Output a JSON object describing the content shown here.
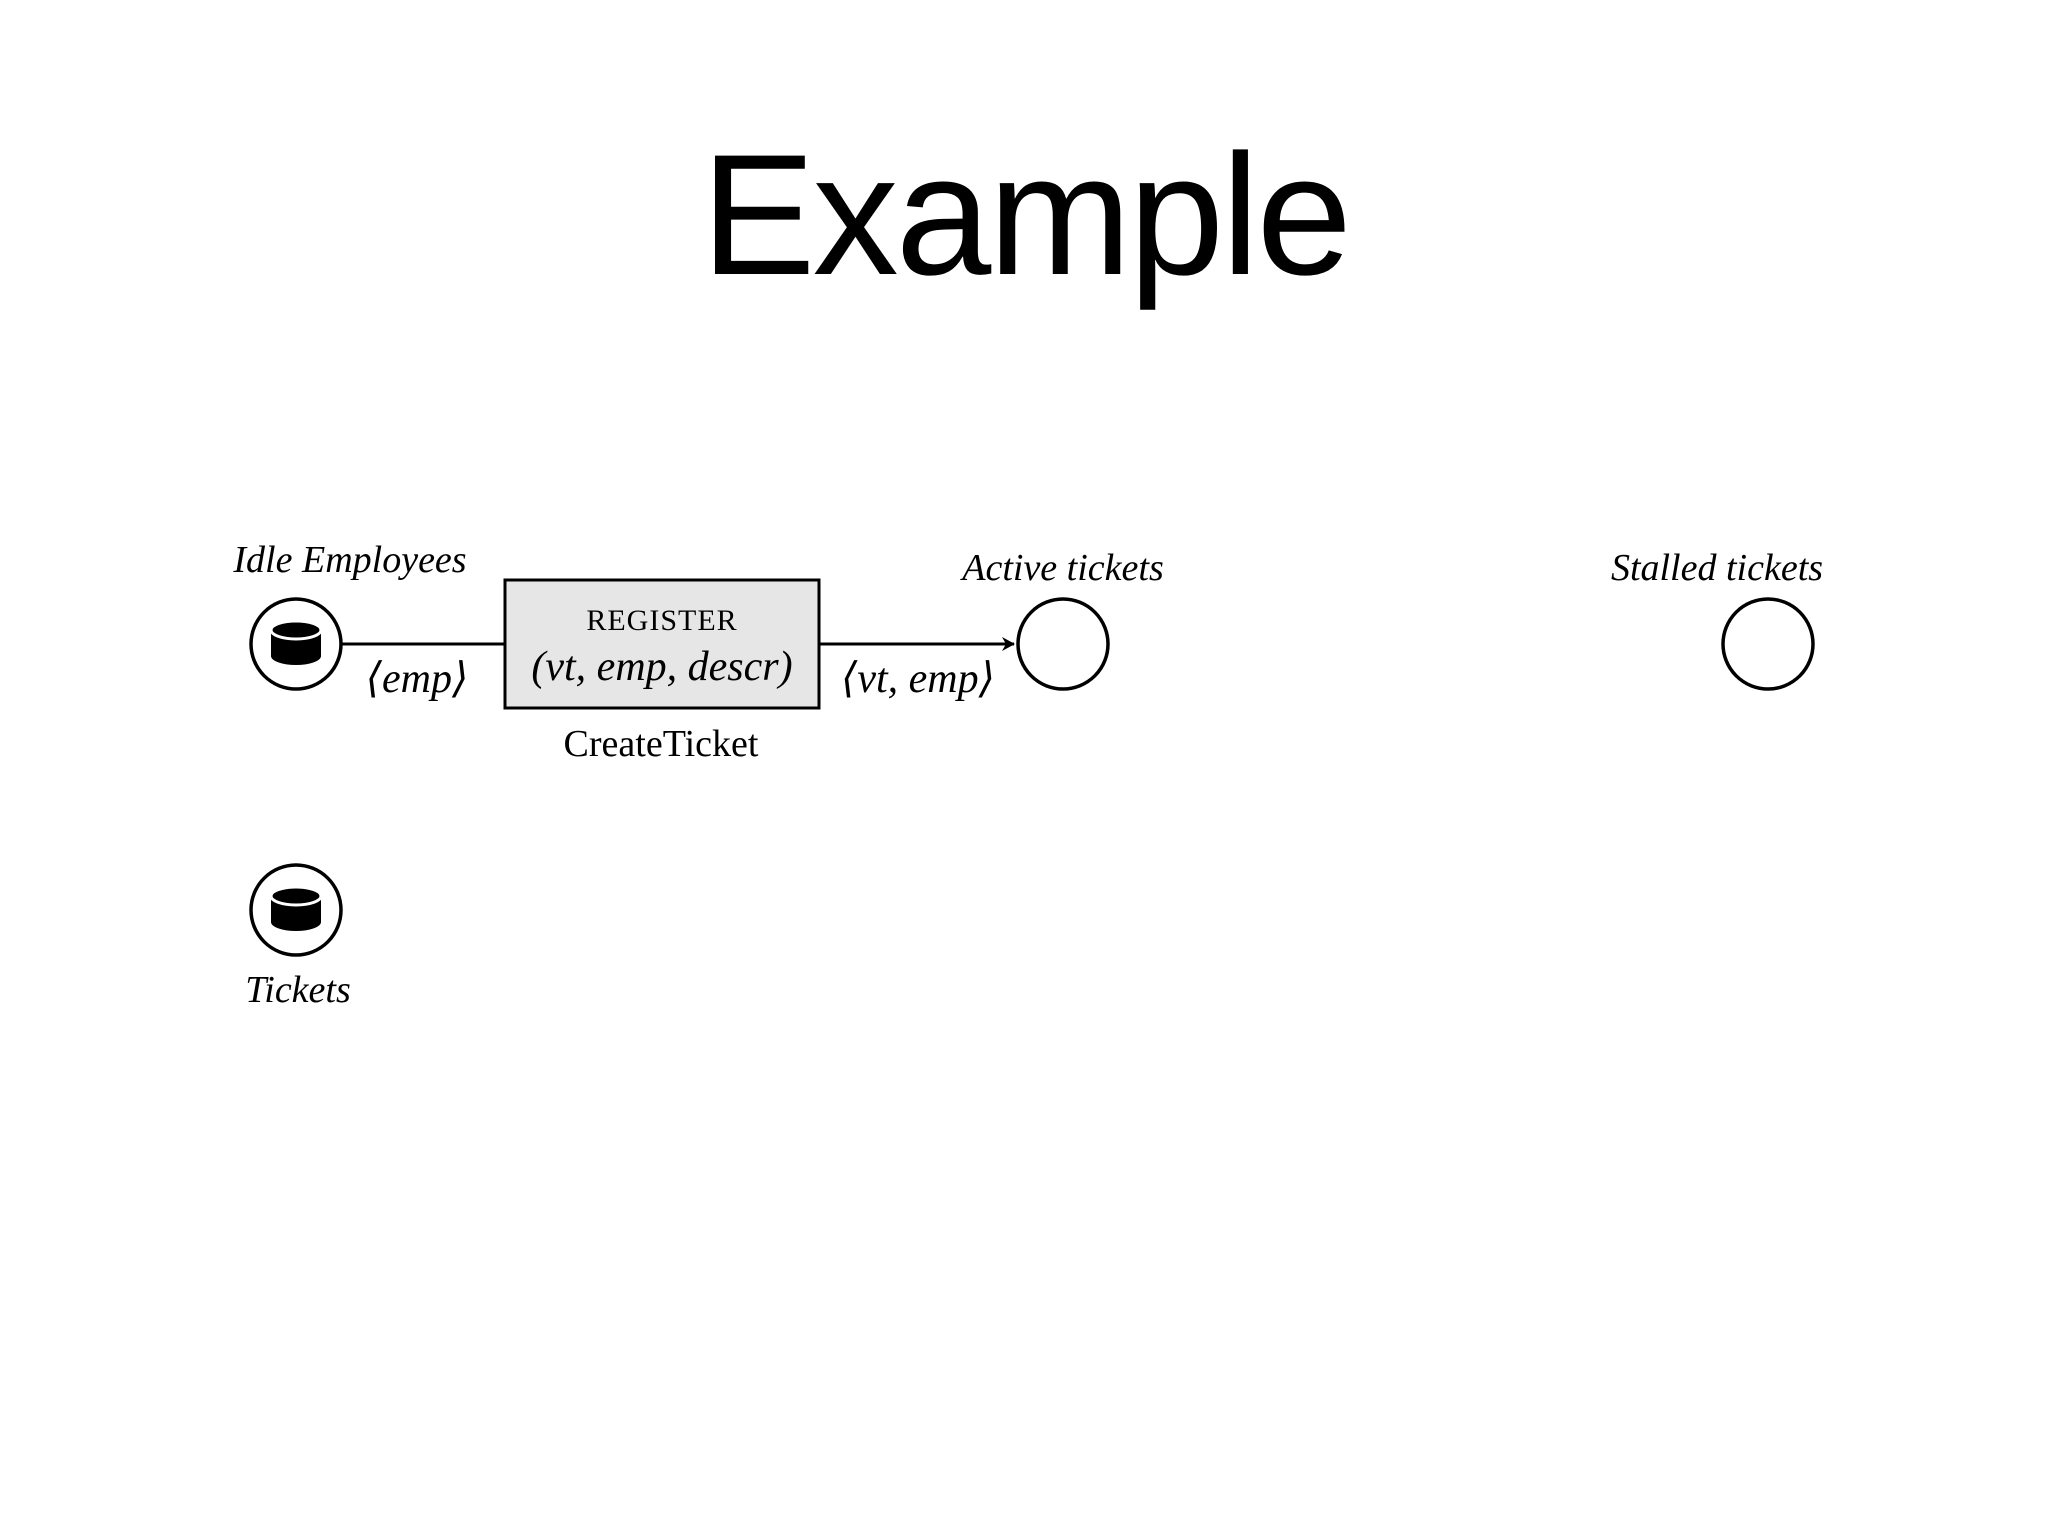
{
  "title": "Example",
  "places": {
    "idle_employees": {
      "label": "Idle Employees",
      "icon": "database-icon"
    },
    "tickets": {
      "label": "Tickets",
      "icon": "database-icon"
    },
    "active_tickets": {
      "label": "Active tickets"
    },
    "stalled_tickets": {
      "label": "Stalled tickets"
    }
  },
  "transition": {
    "name": "CreateTicket",
    "action": "REGISTER",
    "params": "(νt, emp, descr)",
    "fill": "#e6e6e6"
  },
  "arcs": {
    "in_label": "⟨emp⟩",
    "out_label": "⟨νt, emp⟩"
  }
}
